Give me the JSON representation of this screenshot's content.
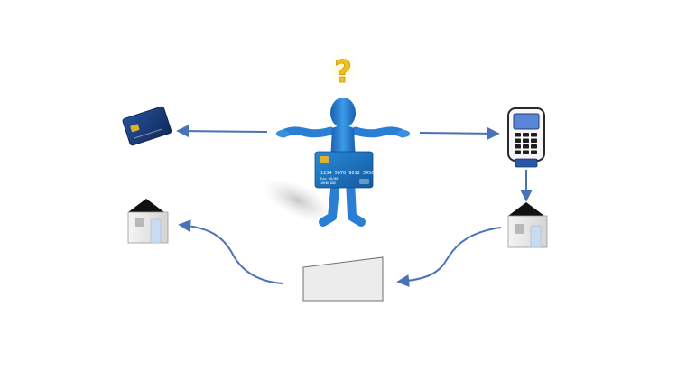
{
  "diagram": {
    "question_mark": "?",
    "card": {
      "number": "1234 5678 9012 3456",
      "expiry": "Exp 00/00",
      "holder": "JOHN DOE"
    },
    "nodes": [
      {
        "id": "person",
        "icon": "person-with-card-icon"
      },
      {
        "id": "card",
        "icon": "credit-card-icon"
      },
      {
        "id": "terminal",
        "icon": "payment-terminal-icon"
      },
      {
        "id": "merchant-bank",
        "icon": "bank-building-icon"
      },
      {
        "id": "clearing-document",
        "icon": "document-icon"
      },
      {
        "id": "issuing-bank",
        "icon": "bank-building-icon"
      }
    ],
    "edges": [
      {
        "from": "person",
        "to": "card"
      },
      {
        "from": "person",
        "to": "terminal"
      },
      {
        "from": "terminal",
        "to": "merchant-bank"
      },
      {
        "from": "merchant-bank",
        "to": "clearing-document"
      },
      {
        "from": "clearing-document",
        "to": "issuing-bank"
      }
    ],
    "colors": {
      "arrow": "#4a72b8",
      "figure": "#2a7fd4",
      "card_blue": "#1c6bb8",
      "card_navy": "#1a3a7a",
      "question": "#f0c020",
      "roof": "#111111",
      "building": "#e8e8e8",
      "document": "#ececec"
    }
  }
}
